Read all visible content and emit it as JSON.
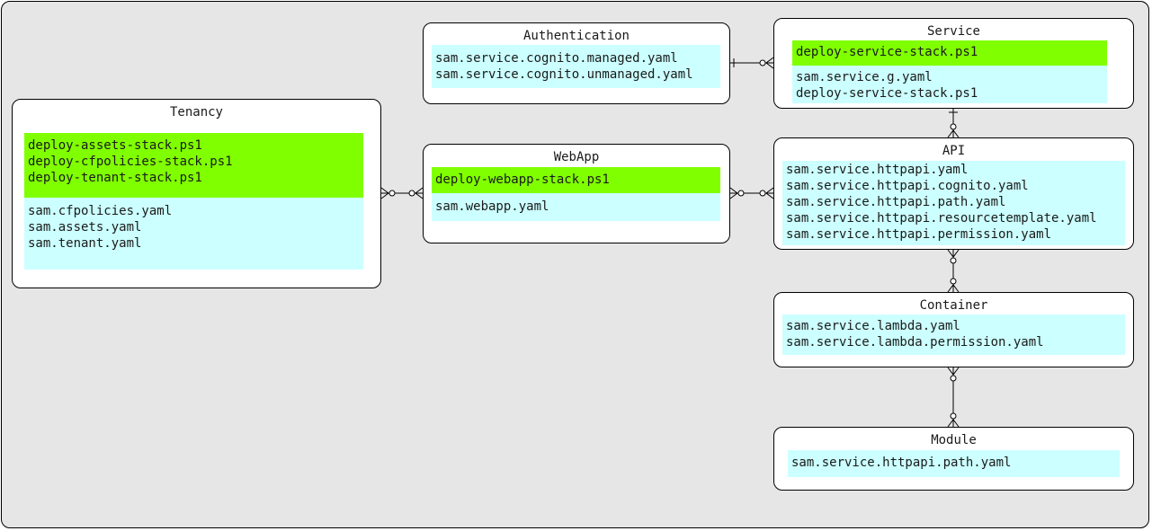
{
  "tenancy": {
    "title": "Tenancy",
    "scripts": [
      "deploy-assets-stack.ps1",
      "deploy-cfpolicies-stack.ps1",
      "deploy-tenant-stack.ps1"
    ],
    "templates": [
      "sam.cfpolicies.yaml",
      "sam.assets.yaml",
      "sam.tenant.yaml"
    ]
  },
  "authentication": {
    "title": "Authentication",
    "templates": [
      "sam.service.cognito.managed.yaml",
      "sam.service.cognito.unmanaged.yaml"
    ]
  },
  "webapp": {
    "title": "WebApp",
    "scripts": [
      "deploy-webapp-stack.ps1"
    ],
    "templates": [
      "sam.webapp.yaml"
    ]
  },
  "service": {
    "title": "Service",
    "scripts": [
      "deploy-service-stack.ps1"
    ],
    "templates": [
      "sam.service.g.yaml",
      "deploy-service-stack.ps1"
    ]
  },
  "api": {
    "title": "API",
    "templates": [
      "sam.service.httpapi.yaml",
      "sam.service.httpapi.cognito.yaml",
      "sam.service.httpapi.path.yaml",
      "sam.service.httpapi.resourcetemplate.yaml",
      "sam.service.httpapi.permission.yaml"
    ]
  },
  "container": {
    "title": "Container",
    "templates": [
      "sam.service.lambda.yaml",
      "sam.service.lambda.permission.yaml"
    ]
  },
  "module": {
    "title": "Module",
    "templates": [
      "sam.service.httpapi.path.yaml"
    ]
  },
  "colors": {
    "background": "#e6e6e6",
    "script_section": "#80ff00",
    "template_section": "#ccffff"
  }
}
